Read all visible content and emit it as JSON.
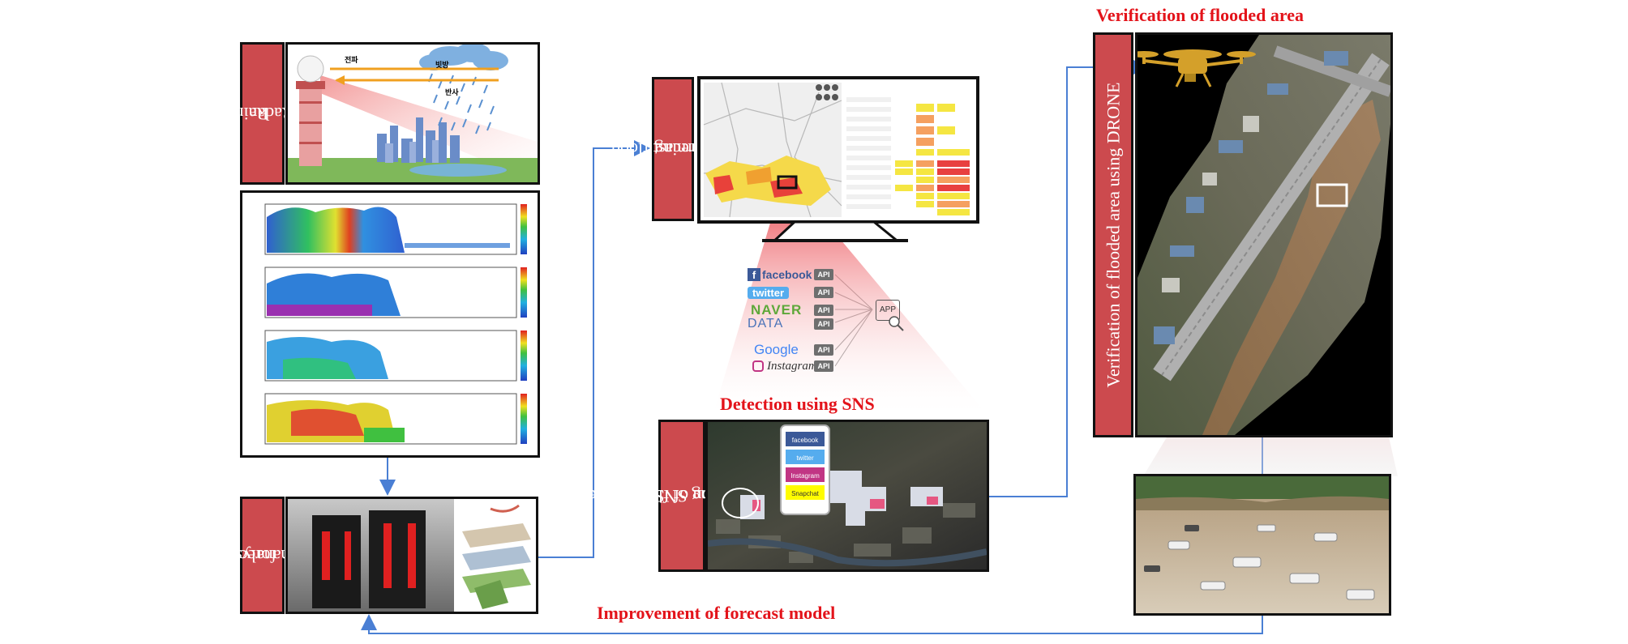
{
  "titles": {
    "verification": "Verification  of flooded  area",
    "detection": "Detection using SNS",
    "improvement": "Improvement  of forecast model"
  },
  "labels": {
    "rain_radar": [
      "Rain",
      "Radar"
    ],
    "rain_forecast": [
      "Rain forecast and",
      "flood analysis"
    ],
    "forecast_flood_warning": [
      "Forecast flood",
      "warning"
    ],
    "detection_flooded": [
      "Detection of flooded area",
      "using SNS"
    ],
    "verification_drone": "Verification  of flooded  area using  DRONE"
  },
  "radar_scene_text": [
    "전파",
    "빗방",
    "반사"
  ],
  "sns_services": [
    {
      "name": "facebook",
      "icon": "facebook-icon",
      "color": "#3b5998"
    },
    {
      "name": "twitter",
      "icon": "twitter-icon",
      "color": "#55acee"
    },
    {
      "name": "NAVER",
      "icon": "naver-icon",
      "color": "#5ea83a"
    },
    {
      "name": "DATA",
      "icon": "data-portal-icon",
      "color": "#4a73b8"
    },
    {
      "name": "Google",
      "icon": "google-icon",
      "color": "#4285f4"
    },
    {
      "name": "Instagram",
      "icon": "instagram-icon",
      "color": "#333333"
    }
  ],
  "api_label": "API",
  "app_label": "APP",
  "phone_apps": [
    "facebook",
    "twitter",
    "Instagram",
    "Snapchat"
  ],
  "colors": {
    "label_red": "#cc4a4e",
    "title_red": "#e3131a",
    "arrow_blue": "#4a7fd4",
    "frame": "#111111"
  }
}
